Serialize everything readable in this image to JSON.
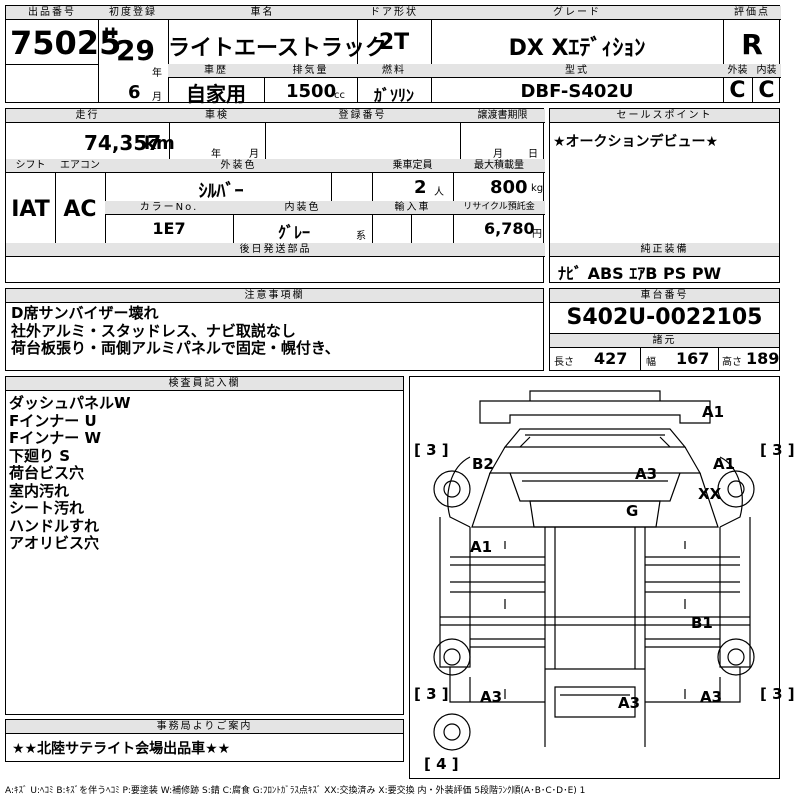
{
  "header": {
    "lot_label": "出品番号",
    "lot_no": "75025",
    "first_reg_label": "初度登録",
    "era": "H",
    "year": "29",
    "year_unit": "年",
    "month": "6",
    "month_unit": "月",
    "name_label": "車名",
    "name": "ライトエーストラック",
    "door_label": "ドア形状",
    "door": "2T",
    "grade_label": "グレード",
    "grade": "DX Xｴﾃﾞｨｼｮﾝ",
    "score_label": "評価点",
    "score": "R",
    "history_label": "車歴",
    "history": "自家用",
    "disp_label": "排気量",
    "disp": "1500",
    "disp_unit": "cc",
    "fuel_label": "燃料",
    "fuel": "ｶﾞｿﾘﾝ",
    "model_label": "型式",
    "model": "DBF-S402U",
    "ext_label": "外装",
    "ext": "C",
    "int_label": "内装",
    "int": "C"
  },
  "row2": {
    "mileage_label": "走行",
    "mileage": "74,357",
    "mileage_unit": "km",
    "inspection_label": "車検",
    "insp_year_unit": "年",
    "insp_month_unit": "月",
    "reg_label": "登録番号",
    "transfer_label": "譲渡書期限",
    "transfer_month_unit": "月",
    "transfer_day_unit": "日",
    "shift_label": "シフト",
    "shift": "IAT",
    "ac_label": "エアコン",
    "ac": "AC",
    "color_label": "外装色",
    "color": "ｼﾙﾊﾞｰ",
    "capacity_label": "乗車定員",
    "capacity": "2",
    "capacity_unit": "人",
    "load_label": "最大積載量",
    "load": "800",
    "load_unit": "kg",
    "color_no_label": "カラーNo.",
    "color_no": "1E7",
    "int_color_label": "内装色",
    "int_color": "ｸﾞﾚｰ",
    "int_color_unit": "系",
    "import_label": "輸入車",
    "recycle_label": "リサイクル預託金",
    "recycle": "6,780",
    "recycle_unit": "円",
    "later_label": "後日発送部品"
  },
  "sales": {
    "label": "セールスポイント",
    "text": "★オークションデビュー★"
  },
  "equipment": {
    "label": "純正装備",
    "text": "ﾅﾋﾞ ABS ｴｱB PS PW"
  },
  "notes": {
    "label": "注意事項欄",
    "lines": [
      "D席サンバイザー壊れ",
      "社外アルミ・スタッドレス、ナビ取説なし",
      "荷台板張り・両側アルミパネルで固定・幌付き、"
    ]
  },
  "chassis": {
    "label": "車台番号",
    "value": "S402U-0022105",
    "spec_label": "諸元",
    "length_label": "長さ",
    "length": "427",
    "width_label": "幅",
    "width": "167",
    "height_label": "高さ",
    "height": "189"
  },
  "inspector": {
    "label": "検査員記入欄",
    "lines": [
      "ダッシュパネルW",
      "Fインナー U",
      "Fインナー W",
      "下廻り S",
      "荷台ビス穴",
      "室内汚れ",
      "シート汚れ",
      "ハンドルすれ",
      "アオリビス穴"
    ]
  },
  "diagram": {
    "marks": {
      "a1_front": "A1",
      "b2": "B2",
      "a3_hood": "A3",
      "a1_fender": "A1",
      "xx": "XX",
      "g": "G",
      "a1_side": "A1",
      "b1": "B1",
      "a3_rl": "A3",
      "a3_rear": "A3",
      "a3_rr": "A3"
    },
    "tires": {
      "fl": "3",
      "fr": "3",
      "rl": "3",
      "rr": "3",
      "spare": "4"
    }
  },
  "office": {
    "label": "事務局よりご案内",
    "text": "★★北陸サテライト会場出品車★★"
  },
  "legend": "A:ｷｽﾞ U:ﾍｺﾐ B:ｷｽﾞを伴うﾍｺﾐ P:要塗装 W:補修跡 S:錆 C:腐食 G:ﾌﾛﾝﾄｶﾞﾗｽ点ｷｽﾞ XX:交換済み X:要交換  内・外装評価 5段階ﾗﾝｸ順(A･B･C･D･E) 1"
}
